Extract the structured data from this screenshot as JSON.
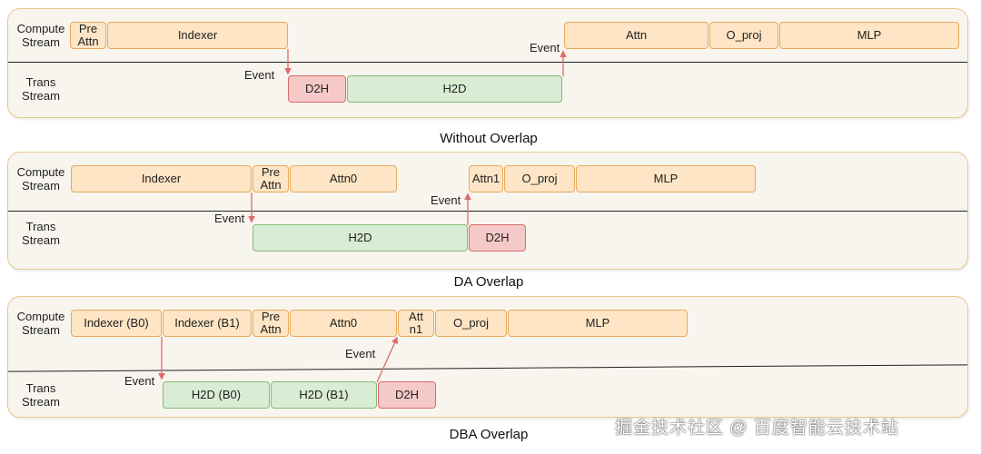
{
  "labels": {
    "compute": "Compute\nStream",
    "trans": "Trans\nStream",
    "event": "Event"
  },
  "panels": [
    {
      "caption": "Without Overlap",
      "compute": [
        {
          "text": "Pre\nAttn",
          "color": "orange"
        },
        {
          "text": "Indexer",
          "color": "orange"
        },
        {
          "text": "Attn",
          "color": "orange"
        },
        {
          "text": "O_proj",
          "color": "orange"
        },
        {
          "text": "MLP",
          "color": "orange"
        }
      ],
      "trans": [
        {
          "text": "D2H",
          "color": "red"
        },
        {
          "text": "H2D",
          "color": "green"
        }
      ],
      "events": [
        "Event",
        "Event"
      ]
    },
    {
      "caption": "DA Overlap",
      "compute": [
        {
          "text": "Indexer",
          "color": "orange"
        },
        {
          "text": "Pre\nAttn",
          "color": "orange"
        },
        {
          "text": "Attn0",
          "color": "orange"
        },
        {
          "text": "Attn1",
          "color": "orange"
        },
        {
          "text": "O_proj",
          "color": "orange"
        },
        {
          "text": "MLP",
          "color": "orange"
        }
      ],
      "trans": [
        {
          "text": "H2D",
          "color": "green"
        },
        {
          "text": "D2H",
          "color": "red"
        }
      ],
      "events": [
        "Event",
        "Event"
      ]
    },
    {
      "caption": "DBA Overlap",
      "compute": [
        {
          "text": "Indexer (B0)",
          "color": "orange"
        },
        {
          "text": "Indexer (B1)",
          "color": "orange"
        },
        {
          "text": "Pre\nAttn",
          "color": "orange"
        },
        {
          "text": "Attn0",
          "color": "orange"
        },
        {
          "text": "Att\nn1",
          "color": "orange"
        },
        {
          "text": "O_proj",
          "color": "orange"
        },
        {
          "text": "MLP",
          "color": "orange"
        }
      ],
      "trans": [
        {
          "text": "H2D (B0)",
          "color": "green"
        },
        {
          "text": "H2D (B1)",
          "color": "green"
        },
        {
          "text": "D2H",
          "color": "red"
        }
      ],
      "events": [
        "Event",
        "Event"
      ]
    }
  ],
  "watermark": "掘金技术社区 @ 百度智能云技术站",
  "colors": {
    "compute_fill": "#fde5c5",
    "h2d_fill": "#d9ecd4",
    "d2h_fill": "#f6c9c9",
    "arrow": "#e06a6a",
    "panel_border": "#e8c98a"
  }
}
